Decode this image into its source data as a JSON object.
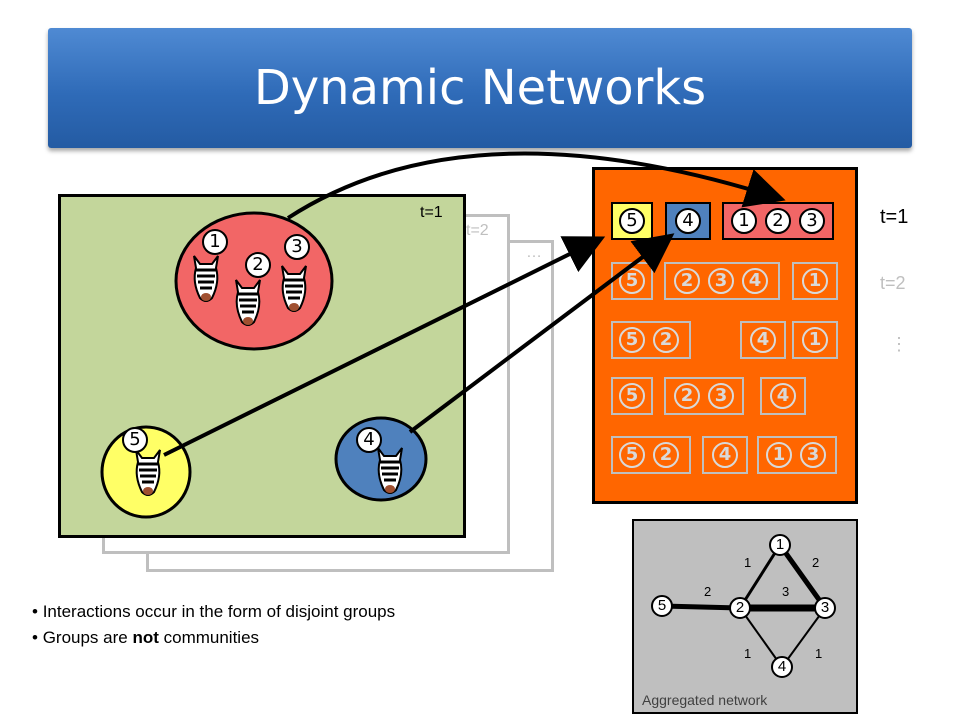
{
  "title": "Dynamic Networks",
  "frames": {
    "t1_label": "t=1",
    "t2_label": "t=2",
    "ellipsis": "…"
  },
  "groups_t1": {
    "red_members": [
      "1",
      "2",
      "3"
    ],
    "yellow_members": [
      "5"
    ],
    "blue_members": [
      "4"
    ]
  },
  "sequence": {
    "row_labels": [
      "t=1",
      "t=2",
      "⋮"
    ],
    "rows": [
      [
        [
          "5"
        ],
        [
          "4"
        ],
        [
          "1",
          "2",
          "3"
        ]
      ],
      [
        [
          "5"
        ],
        [
          "2",
          "3",
          "4"
        ],
        [
          "1"
        ]
      ],
      [
        [
          "5",
          "2"
        ],
        [
          "4"
        ],
        [
          "1"
        ]
      ],
      [
        [
          "5"
        ],
        [
          "2",
          "3"
        ],
        [
          "4"
        ]
      ],
      [
        [
          "5",
          "2"
        ],
        [
          "4"
        ],
        [
          "1",
          "3"
        ]
      ]
    ]
  },
  "aggregated": {
    "caption": "Aggregated network",
    "nodes": [
      "1",
      "2",
      "3",
      "4",
      "5"
    ],
    "edges": [
      {
        "from": "1",
        "to": "2",
        "weight": "1"
      },
      {
        "from": "1",
        "to": "3",
        "weight": "2"
      },
      {
        "from": "2",
        "to": "3",
        "weight": "3"
      },
      {
        "from": "5",
        "to": "2",
        "weight": "2"
      },
      {
        "from": "2",
        "to": "4",
        "weight": "1"
      },
      {
        "from": "3",
        "to": "4",
        "weight": "1"
      }
    ]
  },
  "bullets": {
    "b1": "Interactions occur in the form of disjoint groups",
    "b2_pre": "Groups are ",
    "b2_bold": "not",
    "b2_post": " communities"
  },
  "colors": {
    "red_group": "#f26666",
    "yellow_group": "#ffff66",
    "blue_group": "#4f81bd",
    "panel": "#ff6600",
    "frame": "#c3d69b"
  }
}
